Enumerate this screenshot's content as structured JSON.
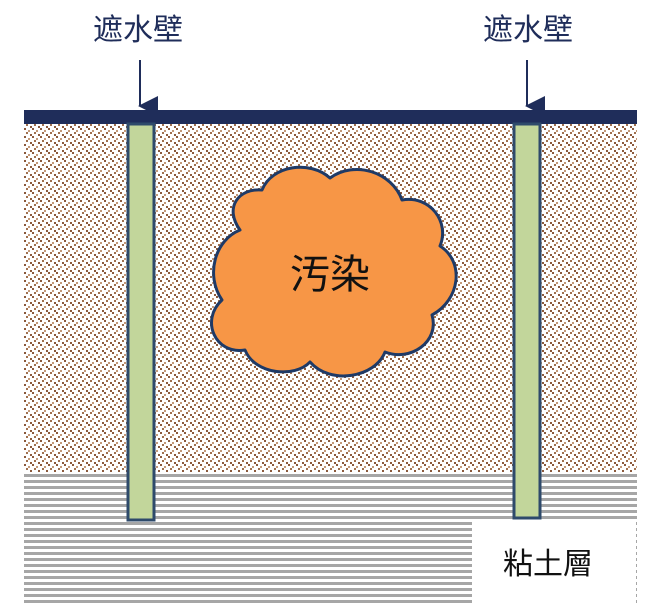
{
  "labels": {
    "left_wall": "遮水壁",
    "right_wall": "遮水壁",
    "contamination": "汚染",
    "clay_layer": "粘土層"
  },
  "colors": {
    "soil_background": "#ffffff",
    "soil_dots_dark": "#8c5a3c",
    "soil_dots_light": "#c49a7a",
    "ground_surface": "#1f2d5a",
    "wall_fill": "#c2d69b",
    "wall_stroke": "#2e4a6b",
    "contamination_fill": "#f79646",
    "contamination_stroke": "#1f3a66",
    "clay_stripe": "#a6a6a6"
  }
}
